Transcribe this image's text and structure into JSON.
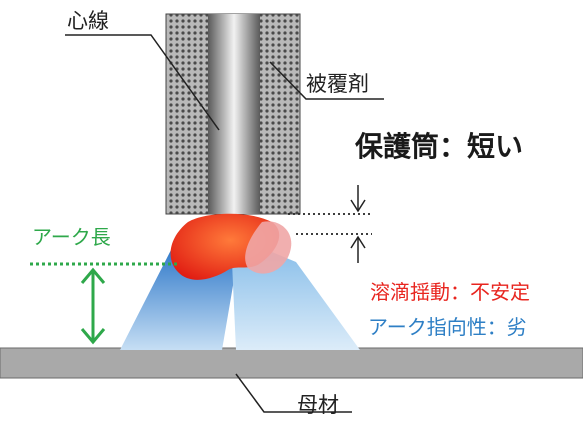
{
  "labels": {
    "core_wire": "心線",
    "flux_coating": "被覆剤",
    "protective_tube": "保護筒：短い",
    "arc_length": "アーク長",
    "droplet_sway": "溶滴揺動：不安定",
    "arc_directivity": "アーク指向性：劣",
    "base_metal": "母材"
  },
  "colors": {
    "arc_length": "#2ea84a",
    "droplet_sway": "#e8251f",
    "arc_directivity": "#2e7fc5",
    "base_metal": "#a9a9a9",
    "droplet": "#f04a1e",
    "arc_plasma": "#7fb7e6"
  }
}
